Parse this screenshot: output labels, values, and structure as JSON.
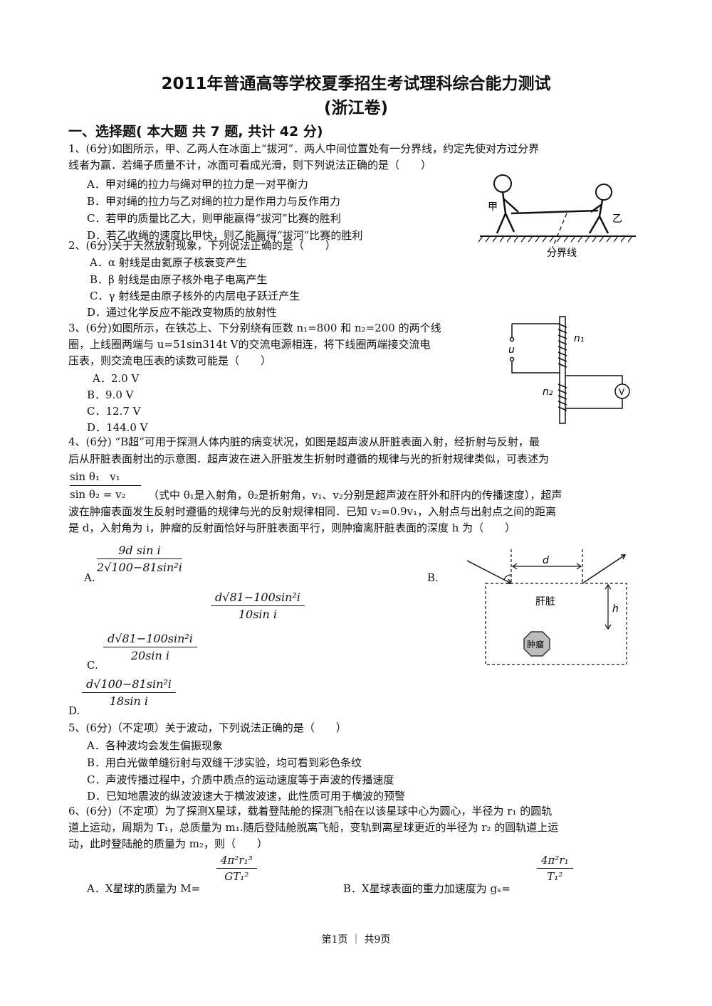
{
  "title_line1": "2011年普通高等学校夏季招生考试理科综合能力测试",
  "title_line2": "(浙江卷)",
  "section1": "一、选择题( 本大题 共 7 题, 共计 42 分)",
  "q1": {
    "line1": "1、(6分)如图所示，甲、乙两人在冰面上“拔河”．两人中间位置处有一分界线，约定先使对方过分界",
    "line2": "线者为赢．若绳子质量不计，冰面可看成光滑，则下列说法正确的是（　　）",
    "A": "A．甲对绳的拉力与绳对甲的拉力是一对平衡力",
    "B": "B．甲对绳的拉力与乙对绳的拉力是作用力与反作用力",
    "C": "C．若甲的质量比乙大，则甲能赢得“拔河”比赛的胜利",
    "D": "D．若乙收绳的速度比甲快，则乙能赢得“拔河”比赛的胜利",
    "fig_jia": "甲",
    "fig_yi": "乙",
    "fig_line": "分界线"
  },
  "q2": {
    "stem": "2、(6分)关于天然放射现象，下列说法正确的是（　　）",
    "A": "A．α 射线是由氦原子核衰变产生",
    "B": "B．β 射线是由原子核外电子电离产生",
    "C": "C．γ 射线是由原子核外的内层电子跃迁产生",
    "D": "D．通过化学反应不能改变物质的放射性"
  },
  "q3": {
    "line1": "3、(6分)如图所示，在铁芯上、下分别绕有匝数 n₁=800 和 n₂=200 的两个线",
    "line2": "圈，上线圈两端与 u=51sin314t V的交流电源相连，将下线圈两端接交流电",
    "line3": "压表，则交流电压表的读数可能是（　　）",
    "A": "A．2.0 V",
    "B": "B．9.0 V",
    "C": "C．12.7 V",
    "D": "D．144.0 V",
    "fig_u": "u",
    "fig_n1": "n₁",
    "fig_n2": "n₂",
    "fig_v": "V"
  },
  "q4": {
    "line1": "4、(6分)  “B超”可用于探测人体内脏的病变状况，如图是超声波从肝脏表面入射，经折射与反射，最",
    "line2": "后从肝脏表面射出的示意图．超声波在进入肝脏发生折射时遵循的规律与光的折射规律类似，可表述为",
    "frac_num": "sin θ₁   v₁",
    "frac_den": "sin θ₂ = v₂",
    "line3": "（式中 θ₁是入射角，θ₂是折射角，v₁、v₂分别是超声波在肝外和肝内的传播速度），超声",
    "line4": "波在肿瘤表面发生反射时遵循的规律与光的反射规律相同．已知 v₂=0.9v₁，入射点与出射点之间的距离",
    "line5": "是 d，入射角为 i，肿瘤的反射面恰好与肝脏表面平行，则肿瘤离肝脏表面的深度 h 为（　　）",
    "A_label": "A.",
    "A_num": "9d sin i",
    "A_den": "2√100−81sin²i",
    "B_label": "B.",
    "B_num": "d√81−100sin²i",
    "B_den": "10sin i",
    "C_label": "C.",
    "C_num": "d√81−100sin²i",
    "C_den": "20sin i",
    "D_label": "D.",
    "D_num": "d√100−81sin²i",
    "D_den": "18sin i",
    "fig_d": "d",
    "fig_liver": "肝脏",
    "fig_h": "h",
    "fig_tumor": "肿瘤"
  },
  "q5": {
    "stem": "5、(6分)（不定项）关于波动，下列说法正确的是（　　）",
    "A": "A．各种波均会发生偏振现象",
    "B": "B．用白光做单缝衍射与双缝干涉实验，均可看到彩色条纹",
    "C": "C．声波传播过程中，介质中质点的运动速度等于声波的传播速度",
    "D": "D．已知地震波的纵波波速大于横波波速，此性质可用于横波的预警"
  },
  "q6": {
    "line1": "6、(6分)（不定项）为了探测X星球，载着登陆舱的探测飞船在以该星球中心为圆心，半径为 r₁ 的圆轨",
    "line2": "道上运动，周期为 T₁，总质量为 m₁.随后登陆舱脱离飞船，变轨到离星球更近的半径为 r₂ 的圆轨道上运",
    "line3": "动，此时登陆舱的质量为 m₂，则（　　）",
    "A_text": "A．X星球的质量为 M=",
    "A_num": "4π²r₁³",
    "A_den": "GT₁²",
    "B_text": "B．X星球表面的重力加速度为 gₓ=",
    "B_num": "4π²r₁",
    "B_den": "T₁²"
  },
  "footer": "第1页 ｜ 共9页"
}
